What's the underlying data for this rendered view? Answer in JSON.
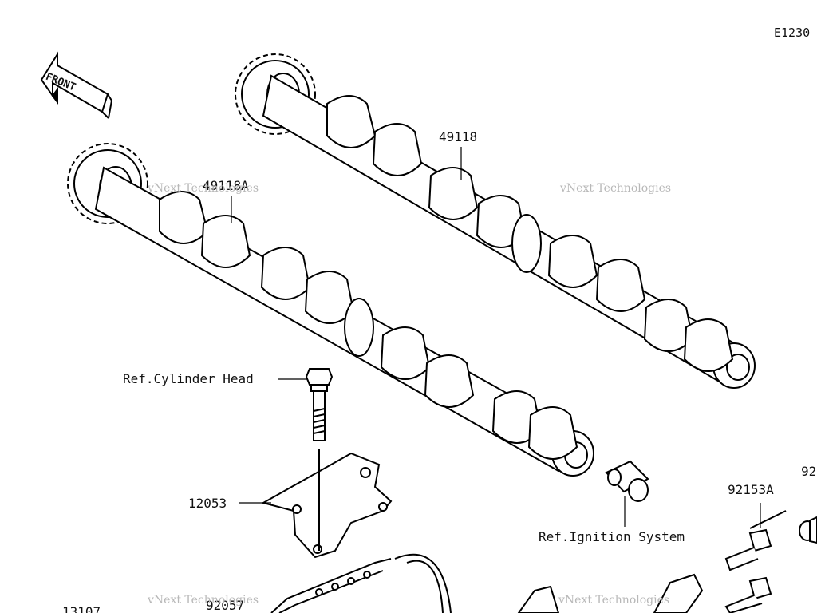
{
  "diagram": {
    "code": "E1230",
    "front_label": "FRONT",
    "parts": [
      {
        "id": "p49118",
        "number": "49118"
      },
      {
        "id": "p49118a",
        "number": "49118A"
      },
      {
        "id": "p12053",
        "number": "12053"
      },
      {
        "id": "p92153a",
        "number": "92153A"
      },
      {
        "id": "p92_partial",
        "number": "92"
      },
      {
        "id": "p92057",
        "number": "92057"
      },
      {
        "id": "p13107",
        "number": "13107"
      }
    ],
    "refs": {
      "cylinder_head": "Ref.Cylinder Head",
      "ignition_system": "Ref.Ignition System"
    },
    "watermark": {
      "line1": "vNext Technologies",
      "line2": "vNext Technologies"
    }
  }
}
